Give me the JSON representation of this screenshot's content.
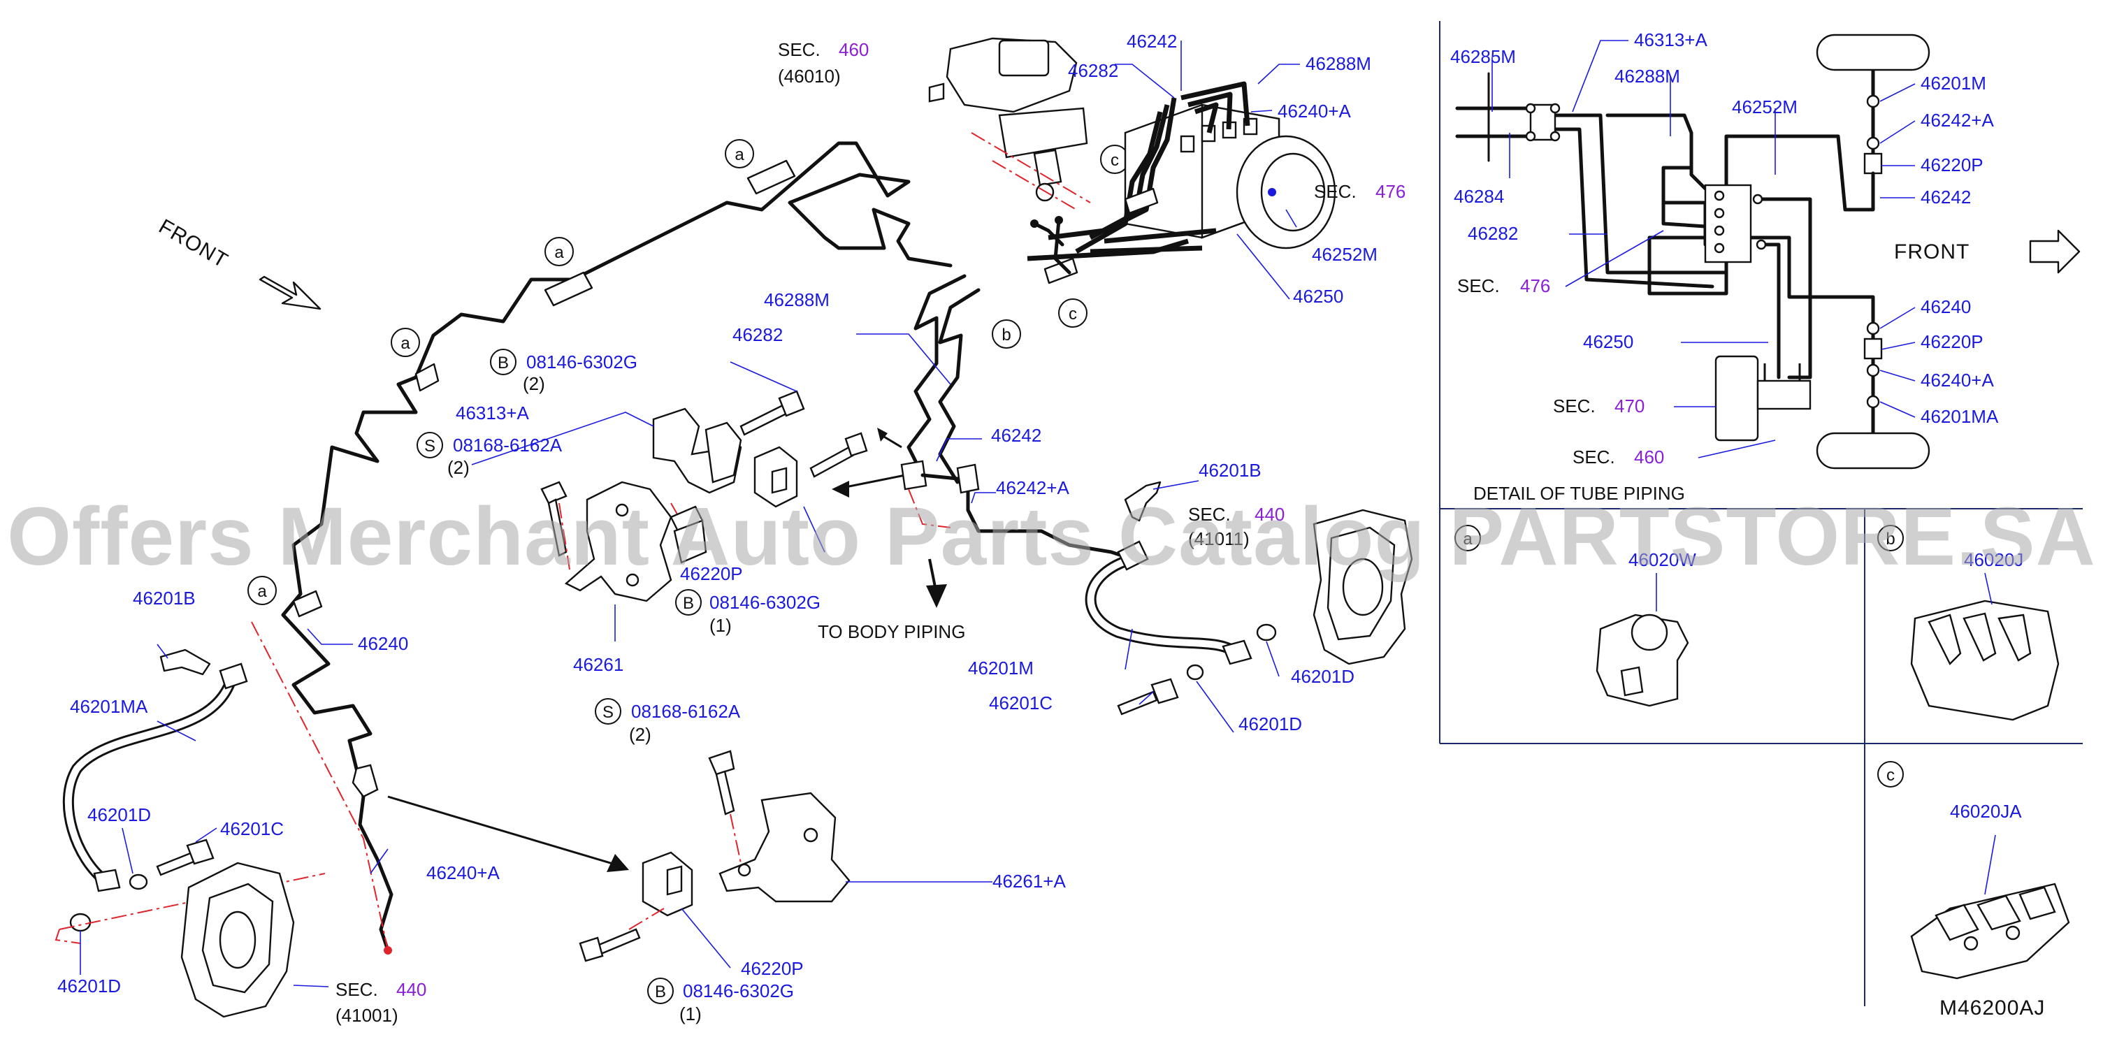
{
  "labels": {
    "front_left": "FRONT",
    "front_right": "FRONT",
    "to_body": "TO  BODY  PIPING",
    "detail_title": "DETAIL  OF  TUBE  PIPING",
    "drawing_no": "M46200AJ"
  },
  "sections": {
    "s460": {
      "prefix": "SEC.",
      "num": "460",
      "sub": "(46010)"
    },
    "s476": {
      "prefix": "SEC.",
      "num": "476"
    },
    "s440a": {
      "prefix": "SEC.",
      "num": "440",
      "sub": "(41011)"
    },
    "s440b": {
      "prefix": "SEC.",
      "num": "440",
      "sub": "(41001)"
    },
    "d476": {
      "prefix": "SEC.",
      "num": "476"
    },
    "d470": {
      "prefix": "SEC.",
      "num": "470"
    },
    "d460": {
      "prefix": "SEC.",
      "num": "460"
    }
  },
  "parts": {
    "p46242_top": "46242",
    "p46282_top": "46282",
    "p46288M_top": "46288M",
    "p46240A_top": "46240+A",
    "p46252M": "46252M",
    "p46250": "46250",
    "p46288M_mid": "46288M",
    "p46282_mid": "46282",
    "p46313A": "46313+A",
    "p46242_mid": "46242",
    "p46242A_mid": "46242+A",
    "p46220P_mid": "46220P",
    "p46261": "46261",
    "p46240": "46240",
    "p46201B_r": "46201B",
    "p46201M": "46201M",
    "p46201C_r": "46201C",
    "p46201D_r1": "46201D",
    "p46201D_r2": "46201D",
    "p46201B_l": "46201B",
    "p46201MA": "46201MA",
    "p46201D_l1": "46201D",
    "p46201C_l": "46201C",
    "p46201D_l2": "46201D",
    "p46240A_bot": "46240+A",
    "p46261A": "46261+A",
    "p46220P_bot": "46220P",
    "d46285M": "46285M",
    "d46313A": "46313+A",
    "d46288M": "46288M",
    "d46252M": "46252M",
    "d46284": "46284",
    "d46282": "46282",
    "d46250": "46250",
    "d46201M": "46201M",
    "d46242A": "46242+A",
    "d46220P1": "46220P",
    "d46242": "46242",
    "d46240": "46240",
    "d46220P2": "46220P",
    "d46240A": "46240+A",
    "d46201MA": "46201MA",
    "c46020W": "46020W",
    "c46020J": "46020J",
    "c46020JA": "46020JA"
  },
  "bolts": {
    "b1": {
      "code": "08146-6302G",
      "qty": "(2)",
      "tag": "B"
    },
    "b2": {
      "code": "08146-6302G",
      "qty": "(1)",
      "tag": "B"
    },
    "b3": {
      "code": "08146-6302G",
      "qty": "(1)",
      "tag": "B"
    },
    "s1": {
      "code": "08168-6162A",
      "qty": "(2)",
      "tag": "S"
    },
    "s2": {
      "code": "08168-6162A",
      "qty": "(2)",
      "tag": "S"
    }
  },
  "callouts": {
    "a": "a",
    "b": "b",
    "c": "c"
  },
  "watermark": "Offers Merchant Auto Parts Catalog PARTSTORE.SA",
  "colors": {
    "part_number": "#1a1adf",
    "section_number": "#8a1fd6",
    "assembly_line": "#e0242b"
  }
}
